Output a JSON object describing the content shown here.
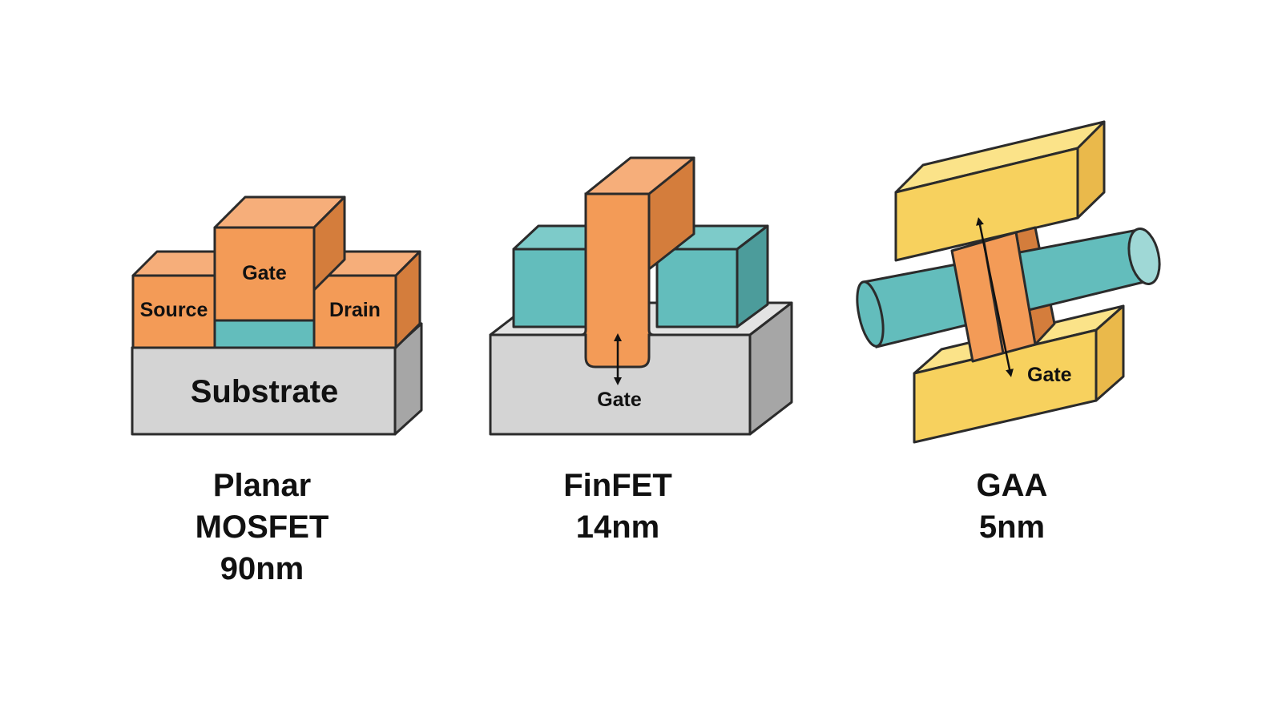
{
  "colors": {
    "orange_front": "#f39b57",
    "orange_top": "#f6ae7a",
    "orange_side": "#d47d3c",
    "teal_front": "#63bdbc",
    "teal_top": "#7dcbc9",
    "teal_side": "#4c9c9b",
    "gray_front": "#d4d4d4",
    "gray_top": "#e3e3e3",
    "gray_side": "#a6a6a6",
    "yellow_front": "#f7d15e",
    "yellow_top": "#fbe389",
    "yellow_side": "#eab94b",
    "outline": "#2b2b2b"
  },
  "planar": {
    "source_label": "Source",
    "gate_label": "Gate",
    "drain_label": "Drain",
    "substrate_label": "Substrate",
    "caption": [
      "Planar",
      "MOSFET",
      "90nm"
    ]
  },
  "finfet": {
    "gate_label": "Gate",
    "caption": [
      "FinFET",
      "14nm"
    ]
  },
  "gaa": {
    "gate_label": "Gate",
    "caption": [
      "GAA",
      "5nm"
    ]
  }
}
